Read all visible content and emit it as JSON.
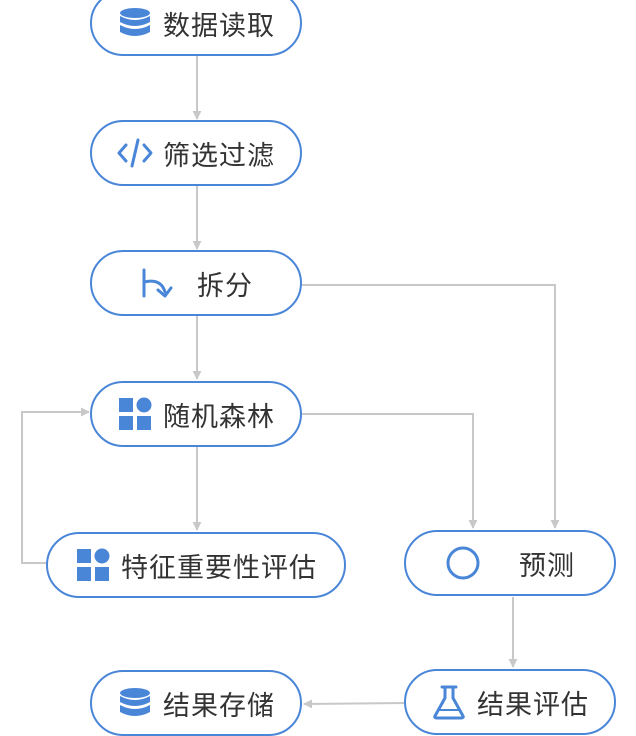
{
  "nodes": [
    {
      "id": "read",
      "label": "数据读取",
      "icon": "database-icon"
    },
    {
      "id": "filter",
      "label": "筛选过滤",
      "icon": "code-icon"
    },
    {
      "id": "split",
      "label": "拆分",
      "icon": "split-arrow-icon"
    },
    {
      "id": "rf",
      "label": "随机森林",
      "icon": "model-blocks-icon"
    },
    {
      "id": "fi",
      "label": "特征重要性评估",
      "icon": "model-blocks-icon"
    },
    {
      "id": "predict",
      "label": "预测",
      "icon": "circle-icon"
    },
    {
      "id": "store",
      "label": "结果存储",
      "icon": "database-icon"
    },
    {
      "id": "evaluate",
      "label": "结果评估",
      "icon": "flask-icon"
    }
  ],
  "edges": [
    {
      "from": "read",
      "to": "filter"
    },
    {
      "from": "filter",
      "to": "split"
    },
    {
      "from": "split",
      "to": "rf"
    },
    {
      "from": "split",
      "to": "predict"
    },
    {
      "from": "rf",
      "to": "fi"
    },
    {
      "from": "rf",
      "to": "predict"
    },
    {
      "from": "fi",
      "to": "rf"
    },
    {
      "from": "predict",
      "to": "evaluate"
    },
    {
      "from": "evaluate",
      "to": "store"
    }
  ],
  "colors": {
    "accent": "#4a86d8",
    "edge": "#c8c8c8",
    "text": "#333333"
  }
}
